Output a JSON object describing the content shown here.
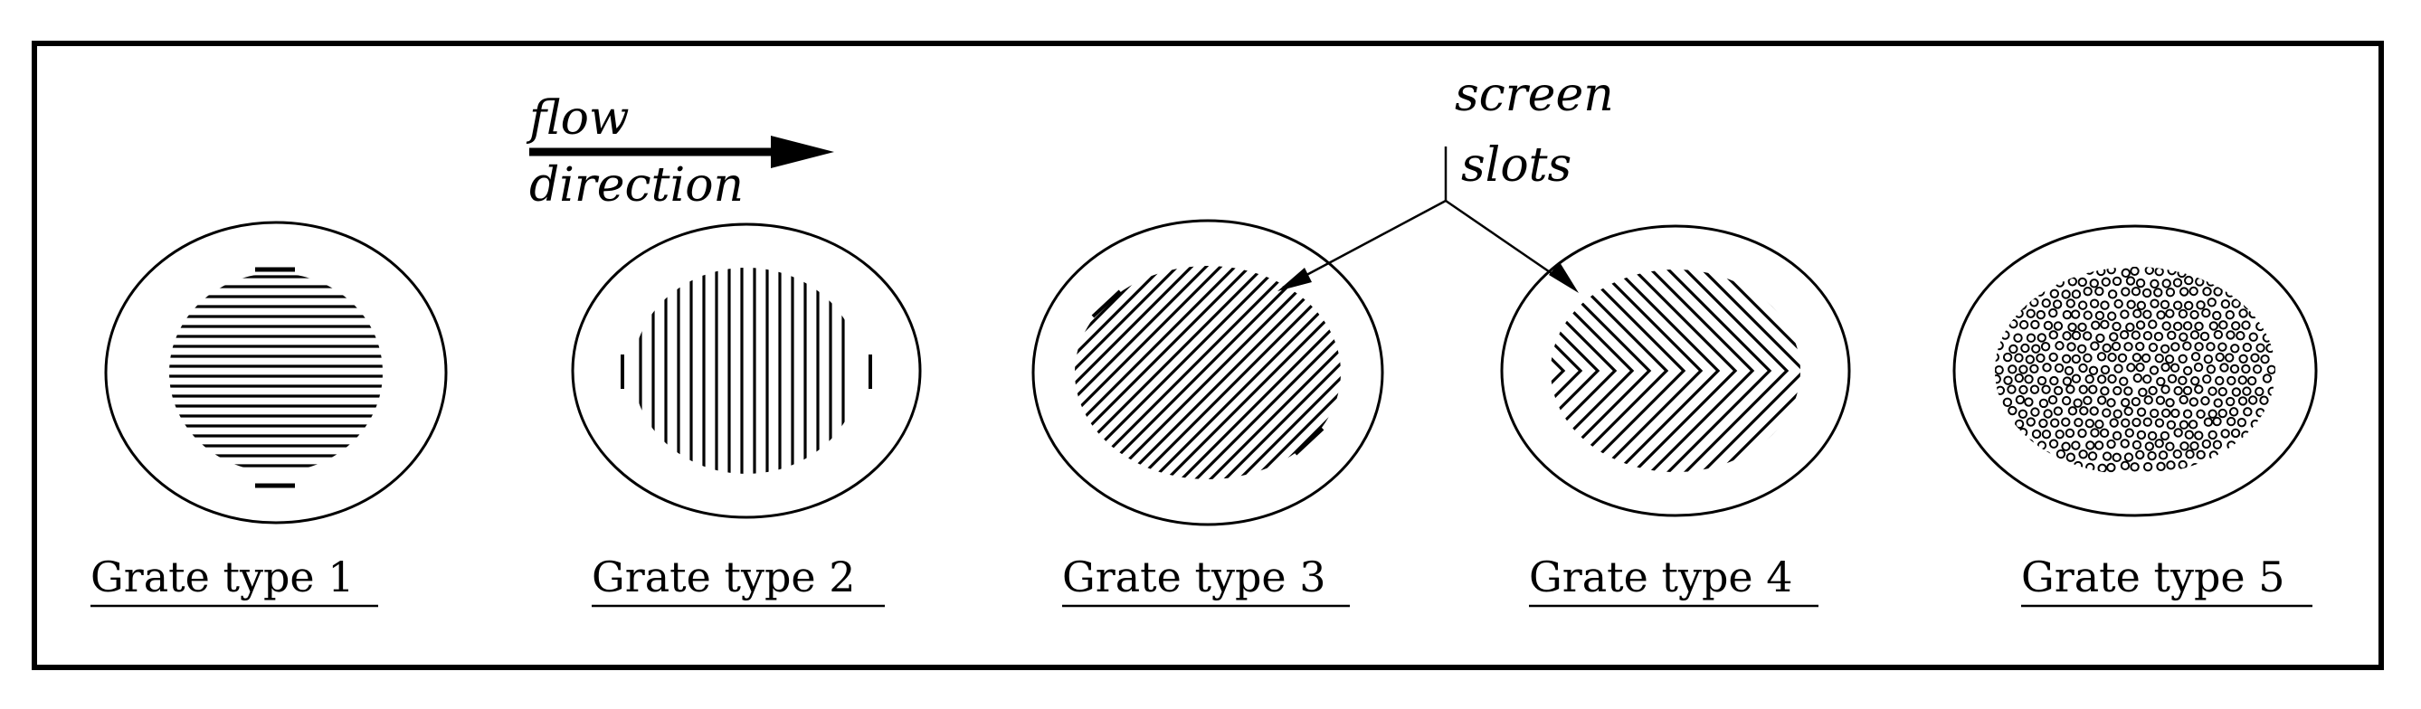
{
  "annotations": {
    "flow_word": "flow",
    "direction_word": "direction",
    "screen_word": "screen",
    "slots_word": "slots"
  },
  "grates": [
    {
      "caption": "Grate type 1",
      "pattern": "horizontal-slots"
    },
    {
      "caption": "Grate type 2",
      "pattern": "vertical-slots"
    },
    {
      "caption": "Grate type 3",
      "pattern": "diagonal-slots"
    },
    {
      "caption": "Grate type 4",
      "pattern": "chevron-slots"
    },
    {
      "caption": "Grate type 5",
      "pattern": "circular-holes"
    }
  ],
  "colors": {
    "ink": "#000000",
    "background": "#ffffff"
  }
}
